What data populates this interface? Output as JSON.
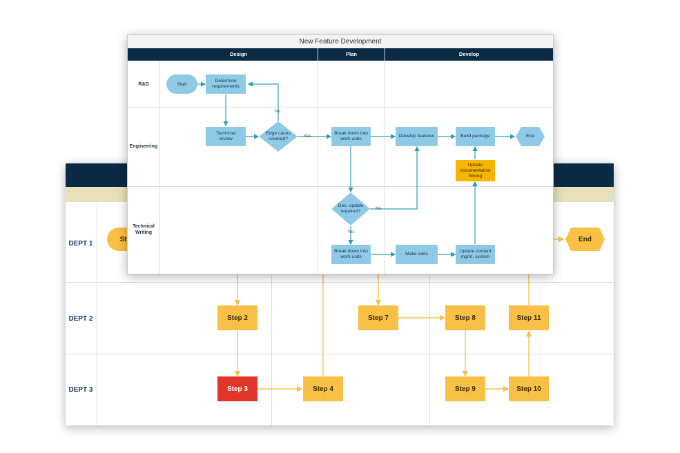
{
  "back": {
    "depts": [
      "DEPT 1",
      "DEPT 2",
      "DEPT 3"
    ],
    "start_label": "Start",
    "end_label": "End",
    "steps": {
      "s2": "Step 2",
      "s3": "Step 3",
      "s4": "Step 4",
      "s7": "Step 7",
      "s8": "Step 8",
      "s9": "Step 9",
      "s10": "Step 10",
      "s11": "Step 11"
    },
    "colors": {
      "step": "#f9c046",
      "highlight": "#e23529",
      "connector": "#f9c046",
      "header": "#0b2a45"
    }
  },
  "front": {
    "title": "New Feature Development",
    "columns": [
      "Design",
      "Plan",
      "Develop"
    ],
    "lanes": {
      "rd": "R&D",
      "eng": "Engineering",
      "tw1": "Technical",
      "tw2": "Writing"
    },
    "nodes": {
      "start": "Start",
      "determine1": "Determine",
      "determine2": "requirements",
      "tech_review1": "Technical",
      "tech_review2": "review",
      "edge1": "Edge cases",
      "edge2": "covered?",
      "break_eng1": "Break down into",
      "break_eng2": "work units",
      "develop": "Develop features",
      "build": "Build package",
      "end": "End",
      "update_doc1": "Update",
      "update_doc2": "documentation",
      "update_doc3": "linking",
      "doc_req1": "Doc. update",
      "doc_req2": "required?",
      "break_tw1": "Break down into",
      "break_tw2": "work units",
      "make_edits": "Make edits",
      "update_content1": "Update content",
      "update_content2": "mgmt. system"
    },
    "edge_labels": {
      "no_top": "No",
      "yes_right": "Yes",
      "no_right": "No",
      "yes_down": "Yes"
    },
    "colors": {
      "box": "#8ecae6",
      "accent": "#f7b500",
      "connector": "#2a9fb5",
      "header": "#0b2a45"
    }
  }
}
